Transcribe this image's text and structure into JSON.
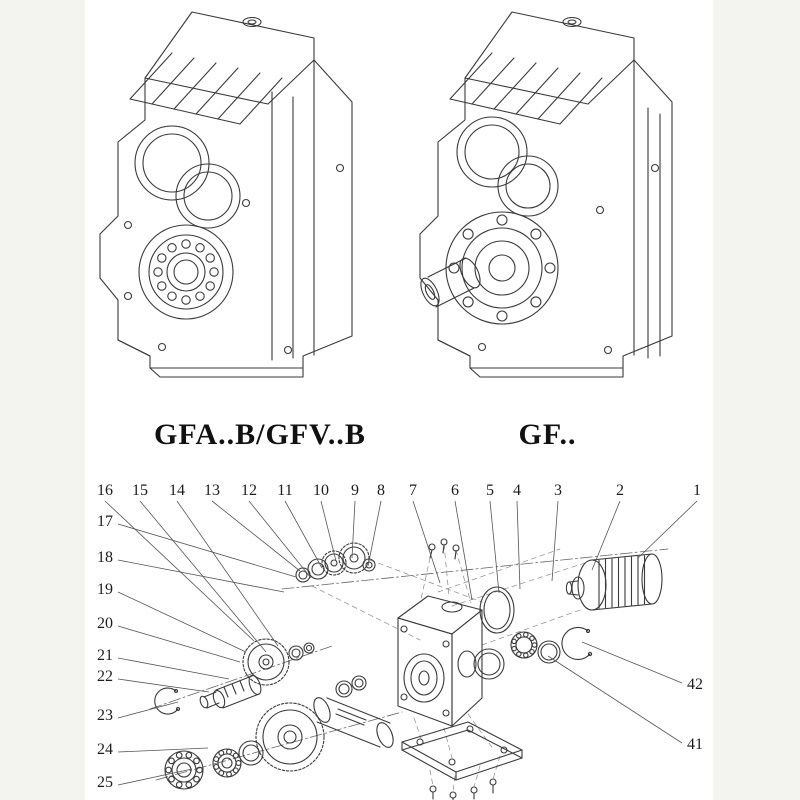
{
  "page": {
    "background": "#ffffff",
    "line_color": "#3a3a3a"
  },
  "figures": [
    {
      "id": "gfab",
      "label": "GFA..B/GFV..B"
    },
    {
      "id": "gf",
      "label": "GF.."
    }
  ],
  "exploded_view": {
    "callouts": {
      "top_row": [
        "16",
        "15",
        "14",
        "13",
        "12",
        "11",
        "10",
        "9",
        "8",
        "7",
        "6",
        "5",
        "4",
        "3",
        "2",
        "1"
      ],
      "left_column": [
        "17",
        "18",
        "19",
        "20",
        "21",
        "22",
        "23",
        "24",
        "25"
      ],
      "right_column": [
        "42",
        "41"
      ]
    }
  }
}
